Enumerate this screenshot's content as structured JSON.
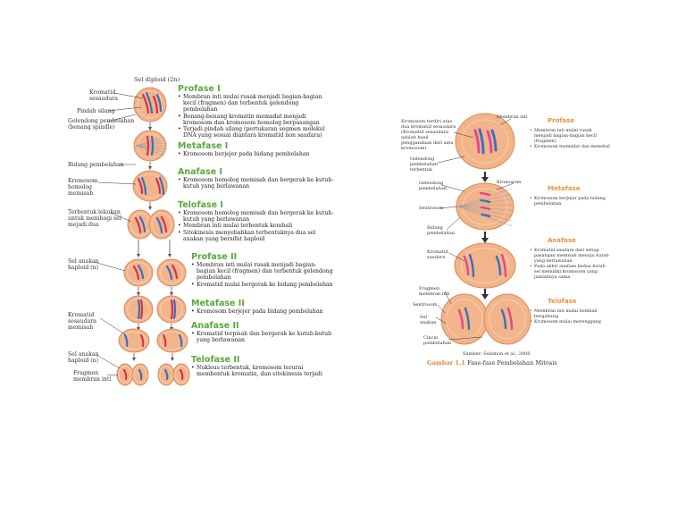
{
  "colors": {
    "phase_left": "#5aa83c",
    "phase_right": "#f0903a",
    "cell": "#f2b48a",
    "cell_edge": "#d98a5a",
    "chrom_red": "#d8324a",
    "chrom_blue": "#3c6fc0",
    "chrom_pink": "#e04a8c",
    "spindle": "#8899aa"
  },
  "meiosis": {
    "top_label": "Sel diploid (2n)",
    "labels": {
      "kromatid": "Kromatid\nsesaudara",
      "pindah_silang": "Pindah silang",
      "gelendong": "Gelendong pembelahan\n(benang spindle)",
      "bidang": "Bidang pembelahan",
      "kromosom_homolog": "Kromosom\nhomolog\nmemisah",
      "terbentuk_lekukan": "Terbentuk lekukan\nuntuk membagi sel\nmejadi dua",
      "sel_anakan_1": "Sel anakan\nhaploid (n)",
      "kromatid_memisah": "Kromatid\nsesaudara\nmemisah",
      "sel_anakan_2": "Sel anakan\nhaploid (n)",
      "fragmen": "Fragmen\nmembran inti"
    },
    "phases": [
      {
        "title": "Profase I",
        "bullets": [
          "Membran inti mulai rusak menjadi bagian-bagian kecil (fragmen) dan terbentuk gelendong pembelahan",
          "Benang-benang kromatin memadat menjadi kromosom dan kromosom homolog berpasangan",
          "Terjadi pindah silang (pertukaran segmen molekul DNA yang sesuai diantara kromatid non saudara)"
        ]
      },
      {
        "title": "Metafase I",
        "bullets": [
          "Kromosom berjejer pada bidang pembelahan"
        ]
      },
      {
        "title": "Anafase I",
        "bullets": [
          "Kromosom homolog memisah dan bergerak ke kutub-kutub yang berlawanan"
        ]
      },
      {
        "title": "Telofase I",
        "bullets": [
          "Kromosom homolog memisah dan bergerak ke kutub-kutub yang berlawanan",
          "Membran inti mulai terbentuk kembali",
          "Sitokinesis menyebabkan terbentuknya dua sel anakan yang bersifat haploid"
        ]
      },
      {
        "title": "Profase II",
        "bullets": [
          "Membran inti mulai rusak menjadi bagian-bagian kecil (fragmen) dan terbentuk gelendong pembelahan",
          "Kromatid mulai bergerak ke bidang pembelahan"
        ]
      },
      {
        "title": "Metafase II",
        "bullets": [
          "Kromosom berjejer pada bidang pembelahan"
        ]
      },
      {
        "title": "Anafase II",
        "bullets": [
          "Kromatid terpisah dan bergerak ke kutub-kutub yang berlawanan"
        ]
      },
      {
        "title": "Telofase II",
        "bullets": [
          "Nukleus terbentuk, kromosom terurai membentuk kromatin, dan sitokinesis terjadi"
        ]
      }
    ]
  },
  "mitosis": {
    "labels": {
      "kromosom_terdiri": "Kromosom terdiri atas\ndua kromatid sesaudara\n(Kromatid sesaudara\nadalah hasil\npenggandaan dari satu\nkromosom)",
      "membran_inti": "Membran inti",
      "gelendong_terbentuk": "Gelendong\npembelahan\nterbentuk",
      "gelendong": "Gelendong\npembelahan",
      "kromosom": "Kromosom",
      "sentrosom_1": "Sentrosom",
      "bidang": "Bidang\npembelahan",
      "kromatid": "Kromatid\nsaudara",
      "fragmen": "Fragmen\nmembran inti",
      "sentrosom_2": "Sentrosom",
      "sel_anakan": "Sel\nanakan",
      "cincin": "Cincin\npembelahan"
    },
    "phases": [
      {
        "title": "Profase",
        "bullets": [
          "Membran inti mulai rusak menjadi bagian-bagian kecil (fragmen)",
          "Kromosom memadat dan menebal"
        ]
      },
      {
        "title": "Metafase",
        "bullets": [
          "Kromosom berjejer pada bidang pembelahan"
        ]
      },
      {
        "title": "Anafase",
        "bullets": [
          "Kromatid saudara dari setiap pasangan memisah menuju kutub yang berlawanan",
          "Pada akhir anafase kedua kutub sel memiliki kromosom yang jumlahnya sama"
        ]
      },
      {
        "title": "Telofase",
        "bullets": [
          "Membran inti mulai kembali bergabung",
          "Kromosom mulai merenggang"
        ]
      }
    ],
    "source": "Sumber: Solomon et al., 2008",
    "caption_label": "Gambar 1.1",
    "caption_text": " Fase-fase Pembelahan Mitosis"
  }
}
